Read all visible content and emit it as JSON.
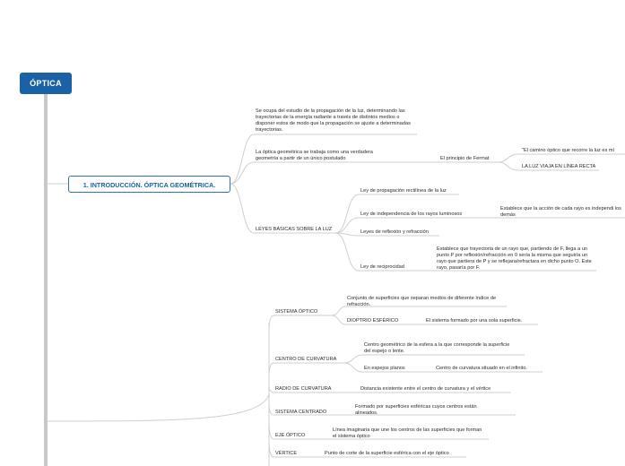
{
  "root": {
    "label": "ÓPTICA"
  },
  "intro": {
    "label": "1. INTRODUCCIÓN. ÓPTICA GEOMÉTRICA.",
    "desc1": "Se ocupa del estudio de la propagación de la luz, determinando las trayectorias de la energía radiante a través de distintos medios o disponer estos de modo que la propagación se ajuste a determinadas trayectorias.",
    "desc2": "La óptica geométrica se trabaja como una verdadera geometría a partir de un único postulado",
    "fermat": "El principio de Fermat",
    "fermat_quote": "\"El camino óptico que recorre la luz es mí",
    "recta": "LA LUZ VIAJA EN LÍNEA RECTA",
    "leyes": "LEYES BÁSICAS SOBRE LA LUZ",
    "ley1": "Ley de propagación rectilínea de la luz",
    "ley2": "Ley de independencia de los rayos luminosos",
    "ley2_desc": "Establece que la acción de cada rayo es independi los demás",
    "ley3": "Leyes de reflexión y refracción",
    "ley4": "Ley de reciprocidad",
    "ley4_desc": "Establece que trayectoria de un rayo que, partiendo de F, llega a un punto P por reflexión/refracción en 0 sería la misma que seguiría un rayo que partiera de P y se reflejara/refractara en dicho punto O. Este rayo, pasaría por F."
  },
  "terms": {
    "sistema_optico": "SISTEMA ÓPTICO",
    "sistema_optico_desc": "Conjunto de superficies que separan medios de diferente índice de refracción.",
    "dioptrio": "DIOPTRIO ESFÉRICO",
    "dioptrio_desc": "El sistema formado por una sola superficie.",
    "centro": "CENTRO DE CURVATURA",
    "centro_desc": "Centro geométrico de la esfera a la que corresponde la superficie del espejo o lente.",
    "planos": "En espejos planos",
    "planos_desc": "Centro de curvatura situado en el infinito.",
    "radio": "RADIO DE CURVATURA",
    "radio_desc": "Distancia existente entre el centro de curvatura y el vértice",
    "centrado": "SISTEMA CENTRADO",
    "centrado_desc": "Formado por superficies esféricas cuyos centros están alineados.",
    "eje": "EJE ÓPTICO",
    "eje_desc": "Línea imaginaria que une los centros de las superficies que forman el sistema óptico",
    "vertice": "VÉRTICE",
    "vertice_desc": "Punto de corte de la superficie esférica con el eje óptico"
  },
  "colors": {
    "root_fill": "#1a62a5",
    "topic_border": "#2f72b5",
    "spine": "#c8c8c8",
    "connector": "#cfcfcf"
  }
}
